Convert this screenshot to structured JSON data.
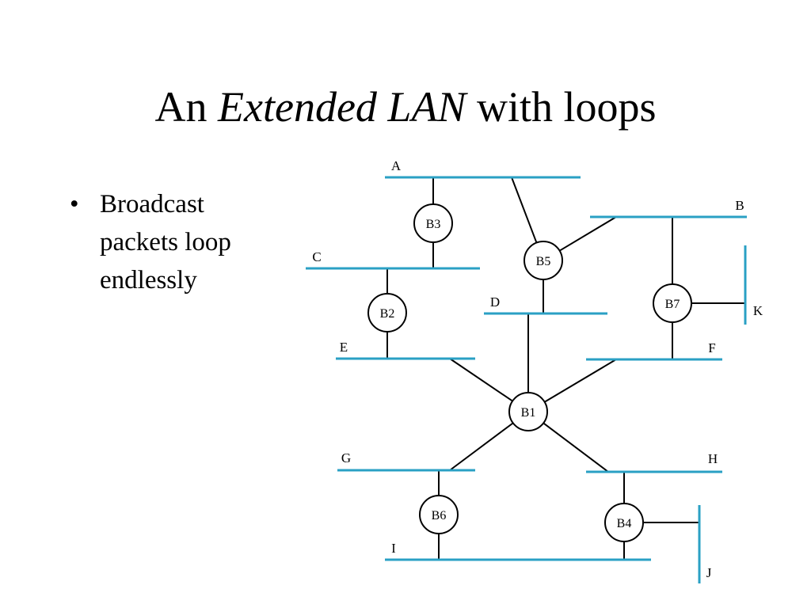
{
  "slide": {
    "title_prefix": "An ",
    "title_emphasis": "Extended LAN",
    "title_suffix": " with loops",
    "bullets": [
      {
        "marker": "•",
        "text": "Broadcast packets loop endlessly"
      }
    ]
  },
  "diagram": {
    "lan_color": "#2aa0c4",
    "lans": [
      "A",
      "B",
      "C",
      "D",
      "E",
      "F",
      "G",
      "H",
      "I",
      "J",
      "K"
    ],
    "bridges": [
      "B1",
      "B2",
      "B3",
      "B4",
      "B5",
      "B6",
      "B7"
    ],
    "links": [
      [
        "B3",
        "A"
      ],
      [
        "B3",
        "C"
      ],
      [
        "B5",
        "A"
      ],
      [
        "B5",
        "B"
      ],
      [
        "B5",
        "D"
      ],
      [
        "B2",
        "C"
      ],
      [
        "B2",
        "E"
      ],
      [
        "B7",
        "B"
      ],
      [
        "B7",
        "K"
      ],
      [
        "B7",
        "F"
      ],
      [
        "B1",
        "D"
      ],
      [
        "B1",
        "E"
      ],
      [
        "B1",
        "F"
      ],
      [
        "B1",
        "G"
      ],
      [
        "B1",
        "H"
      ],
      [
        "B6",
        "G"
      ],
      [
        "B6",
        "I"
      ],
      [
        "B4",
        "H"
      ],
      [
        "B4",
        "I"
      ],
      [
        "B4",
        "J"
      ]
    ]
  }
}
